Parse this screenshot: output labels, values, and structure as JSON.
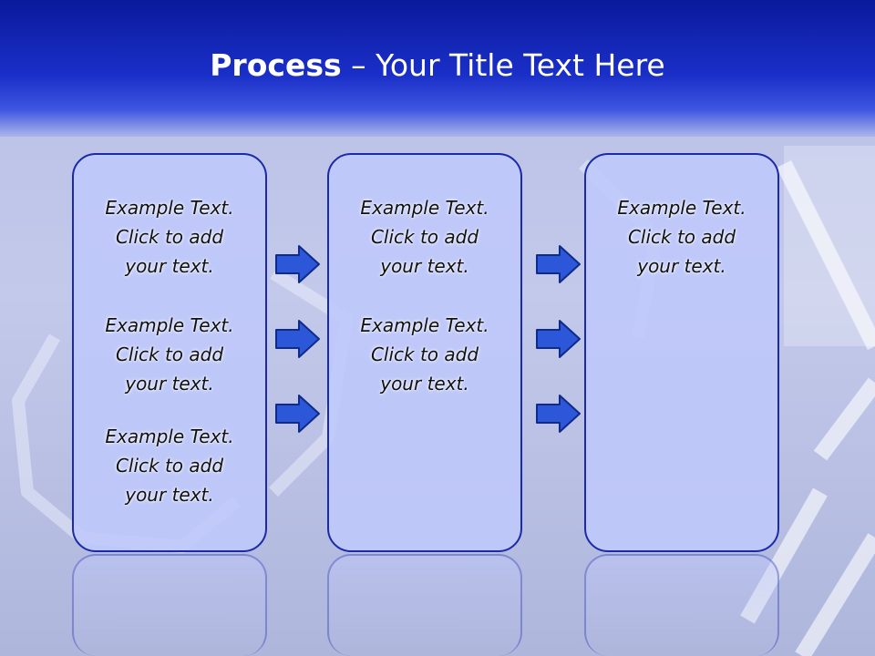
{
  "slide": {
    "title_bold": "Process",
    "title_rest": " – Your Title Text Here"
  },
  "columns": [
    {
      "items": [
        {
          "line1": "Example Text.",
          "line2": "Click  to add",
          "line3": "your text."
        },
        {
          "line1": "Example Text.",
          "line2": "Click  to add",
          "line3": "your text."
        },
        {
          "line1": "Example Text.",
          "line2": "Click  to add",
          "line3": "your text."
        }
      ]
    },
    {
      "items": [
        {
          "line1": "Example Text.",
          "line2": "Click  to add",
          "line3": "your text."
        },
        {
          "line1": "Example Text.",
          "line2": "Click  to add",
          "line3": "your text."
        }
      ]
    },
    {
      "items": [
        {
          "line1": "Example Text.",
          "line2": "Click  to add",
          "line3": "your text."
        }
      ]
    }
  ],
  "colors": {
    "header": "#0a1a9c",
    "box_border": "#1a2aa8",
    "box_fill": "#bec8fa",
    "arrow_fill": "#2b57d8",
    "arrow_stroke": "#0f2a8a"
  }
}
